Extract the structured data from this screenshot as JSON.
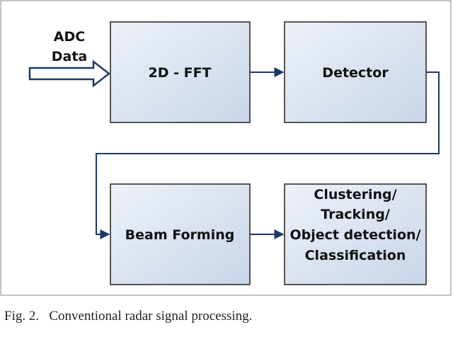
{
  "diagram": {
    "input_label_line1": "ADC",
    "input_label_line2": "Data",
    "boxes": {
      "fft": "2D - FFT",
      "detector": "Detector",
      "beam_forming": "Beam Forming",
      "post_line1": "Clustering/",
      "post_line2": "Tracking/",
      "post_line3": "Object detection/",
      "post_line4": "Classification"
    },
    "colors": {
      "box_fill": "#dbe4f0",
      "box_stroke": "#222222",
      "arrow": "#1f3864",
      "outer_frame": "#888888"
    }
  },
  "caption": {
    "fig_number": "Fig. 2.",
    "text": "Conventional radar signal processing."
  }
}
